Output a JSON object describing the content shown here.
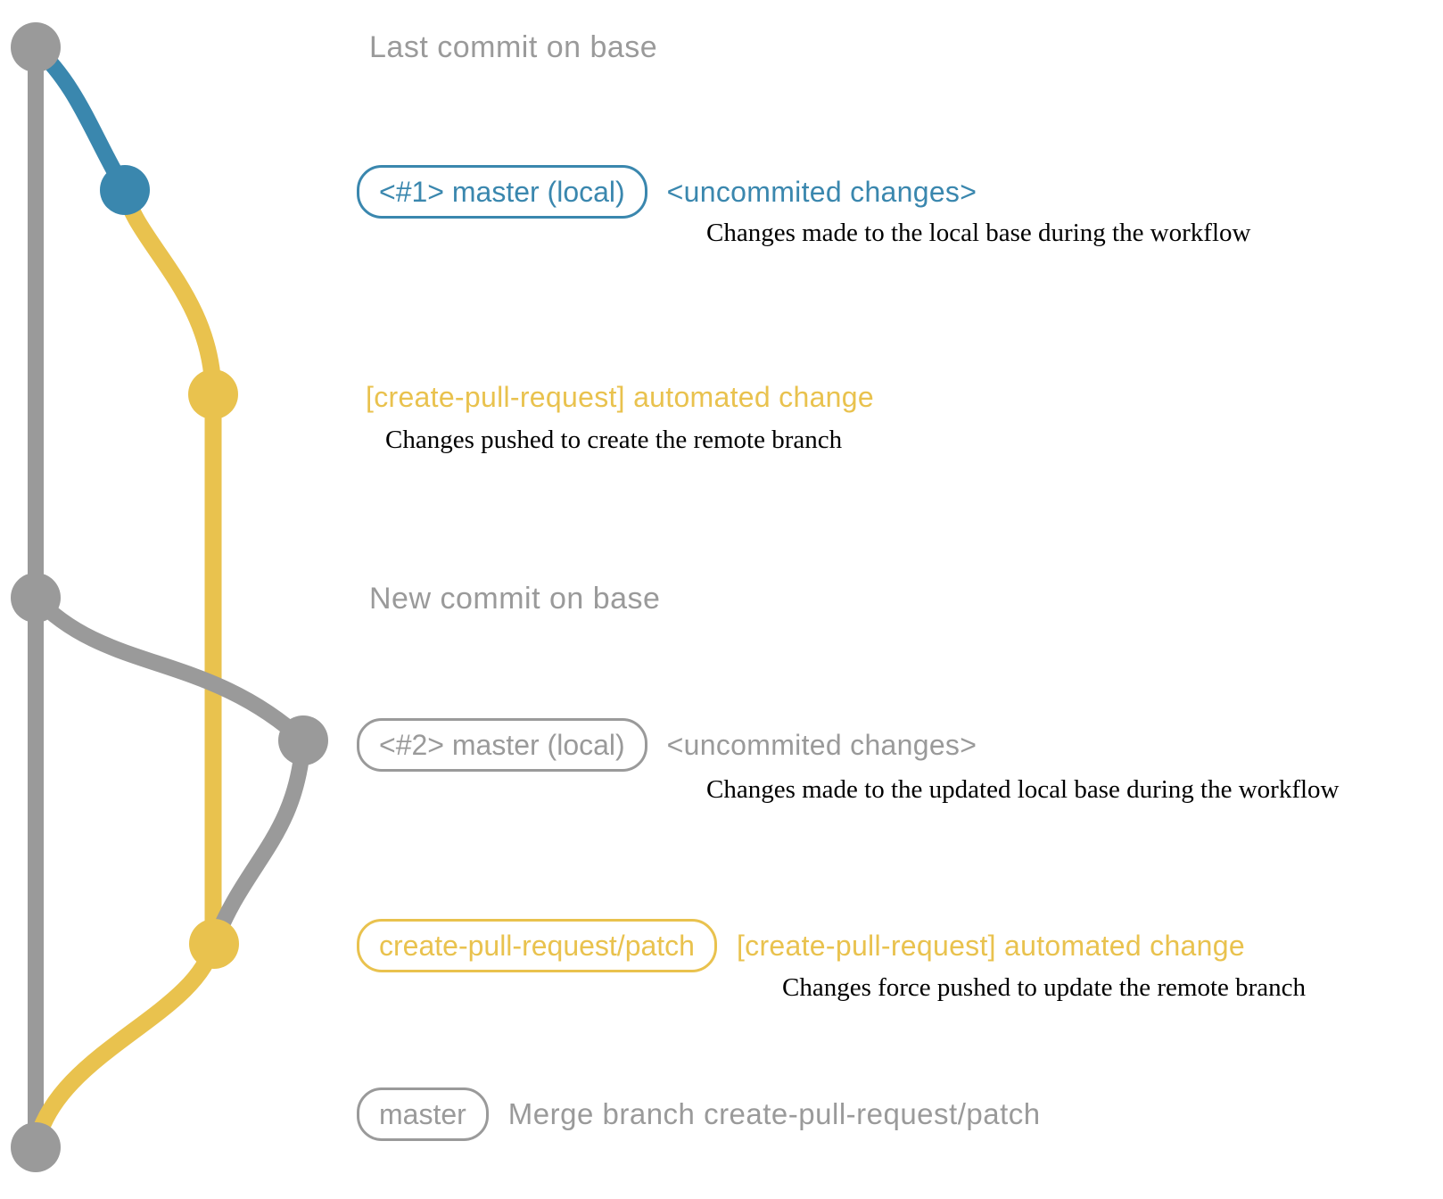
{
  "colors": {
    "gray": "#9a9a9a",
    "blue": "#3a87ae",
    "yellow": "#e9c24e",
    "ink": "#000000"
  },
  "rows": {
    "last_commit": {
      "label": "Last commit on base"
    },
    "commit1": {
      "pill": "<#1> master (local)",
      "annotation": "<uncommited changes>",
      "description": "Changes made to the local base during the workflow"
    },
    "push1": {
      "annotation": "[create-pull-request] automated change",
      "description": "Changes pushed to create the remote branch"
    },
    "new_commit": {
      "label": "New commit on base"
    },
    "commit2": {
      "pill": "<#2> master (local)",
      "annotation": "<uncommited changes>",
      "description": "Changes made to the updated local base during the workflow"
    },
    "push2": {
      "pill": "create-pull-request/patch",
      "annotation": "[create-pull-request] automated change",
      "description": "Changes force pushed to update the remote branch"
    },
    "merge": {
      "pill": "master",
      "label": "Merge branch create-pull-request/patch"
    }
  }
}
